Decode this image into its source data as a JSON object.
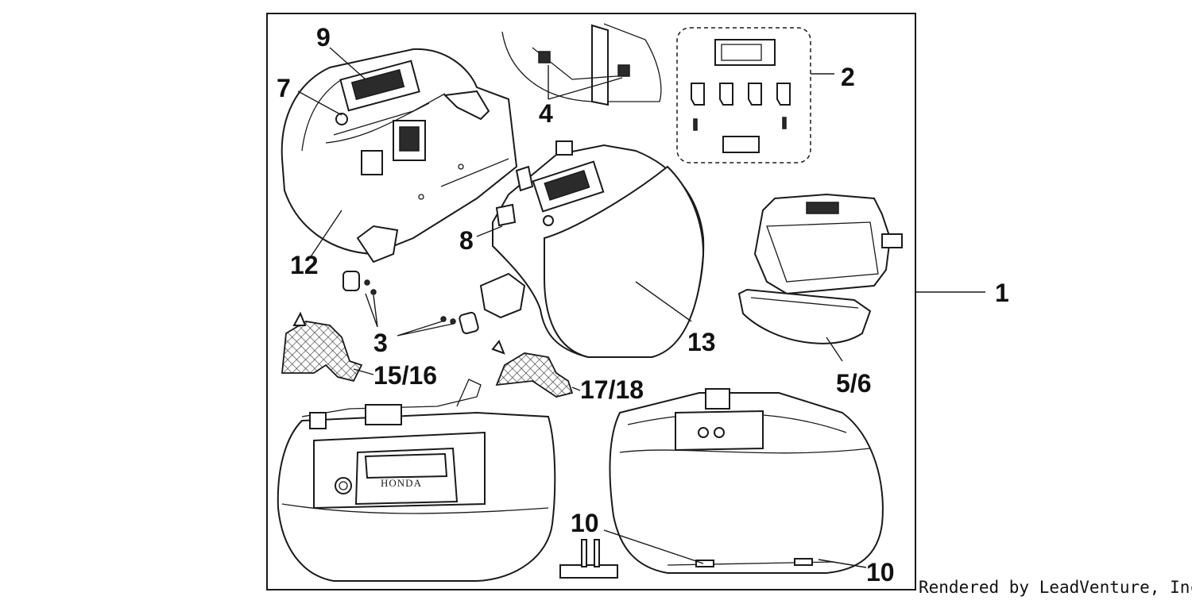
{
  "callouts": {
    "c1": "1",
    "c2": "2",
    "c3": "3",
    "c4": "4",
    "c5_6": "5/6",
    "c7": "7",
    "c8": "8",
    "c9": "9",
    "c10a": "10",
    "c10b": "10",
    "c12": "12",
    "c13": "13",
    "c15_16": "15/16",
    "c17_18": "17/18"
  },
  "credit": "Rendered by LeadVenture, Inc.",
  "emblem_text": "HONDA",
  "colors": {
    "line": "#1a1a1a",
    "background": "#ffffff"
  }
}
